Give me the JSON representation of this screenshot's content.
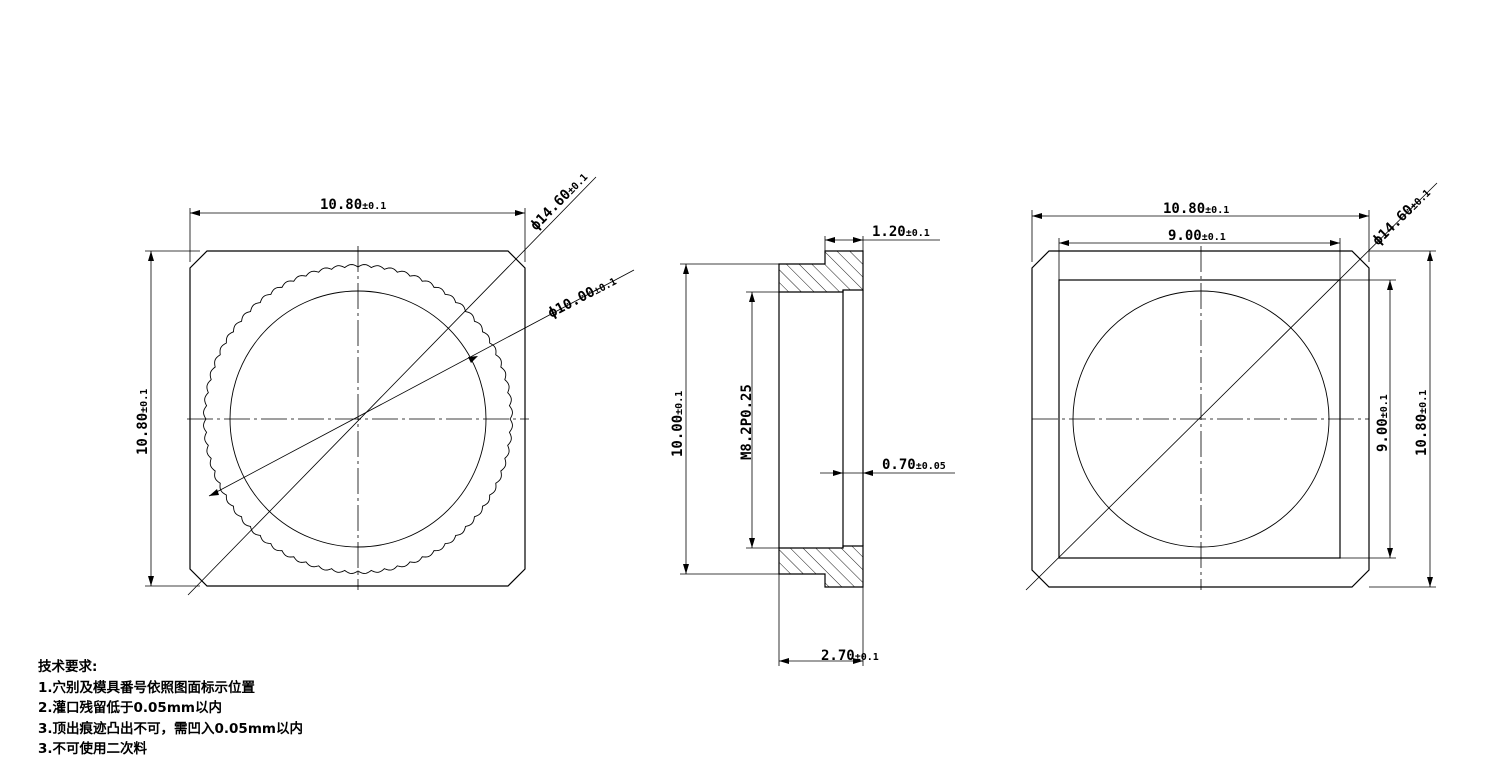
{
  "views": {
    "front": {
      "dim_width": {
        "value": "10.80",
        "tol": "±0.1"
      },
      "dim_height": {
        "value": "10.80",
        "tol": "±0.1"
      },
      "dim_outer_diameter": {
        "prefix": "ϕ",
        "value": "14.60",
        "tol": "±0.1"
      },
      "dim_inner_diameter": {
        "prefix": "ϕ",
        "value": "10.00",
        "tol": "±0.1"
      }
    },
    "section": {
      "dim_flange": {
        "value": "1.20",
        "tol": "±0.1"
      },
      "dim_height": {
        "value": "10.00",
        "tol": "±0.1"
      },
      "thread": {
        "value": "M8.2P0.25"
      },
      "dim_wall": {
        "value": "0.70",
        "tol": "±0.05"
      },
      "dim_length": {
        "value": "2.70",
        "tol": "±0.1"
      }
    },
    "rear": {
      "dim_width": {
        "value": "10.80",
        "tol": "±0.1"
      },
      "dim_inner_width": {
        "value": "9.00",
        "tol": "±0.1"
      },
      "dim_outer_diameter": {
        "prefix": "ϕ",
        "value": "14.60",
        "tol": "±0.1"
      },
      "dim_inner_height": {
        "value": "9.00",
        "tol": "±0.1"
      },
      "dim_height": {
        "value": "10.80",
        "tol": "±0.1"
      }
    }
  },
  "notes": {
    "title": "技术要求:",
    "items": [
      "1.穴别及模具番号依照图面标示位置",
      "2.灌口残留低于0.05mm以内",
      "3.顶出痕迹凸出不可，需凹入0.05mm以内",
      "3.不可使用二次料"
    ]
  }
}
